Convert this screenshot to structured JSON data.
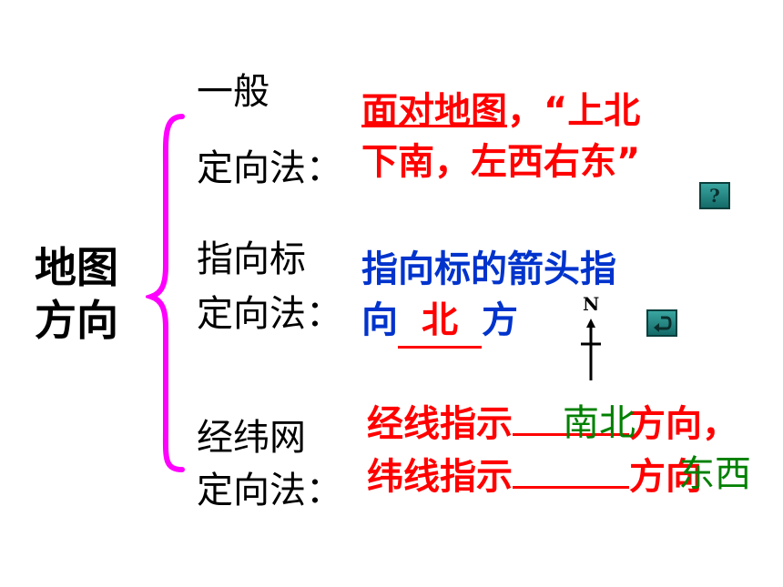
{
  "title": {
    "line1": "地图",
    "line2": "方向"
  },
  "method1": {
    "label_top": "一般",
    "label_bottom": "定向法：",
    "answer_line1_underlined": "面对地图",
    "answer_line1_rest": "，“上北",
    "answer_line2": "下南，左西右东”"
  },
  "method2": {
    "label_top": "指向标",
    "label_bottom": "定向法：",
    "answer_line1": "指向标的箭头指",
    "answer_prefix": "向",
    "answer_blank": "北",
    "answer_suffix": "方",
    "north_label": "N"
  },
  "method3": {
    "label_top": "经纬网",
    "label_bottom": "定向法：",
    "line1_prefix": "经线指示",
    "line1_blank": "南北",
    "line1_suffix": "方向，",
    "line2_prefix": "纬线指示",
    "line2_suffix": "方向",
    "line2_blank": "东西"
  },
  "buttons": {
    "help_icon": "question-icon",
    "return_icon": "return-arrow-icon",
    "help_glyph": "?"
  },
  "colors": {
    "brace": "#ff00ff",
    "answer_red": "#ff0000",
    "answer_blue": "#0033cc",
    "answer_green": "#008000"
  }
}
